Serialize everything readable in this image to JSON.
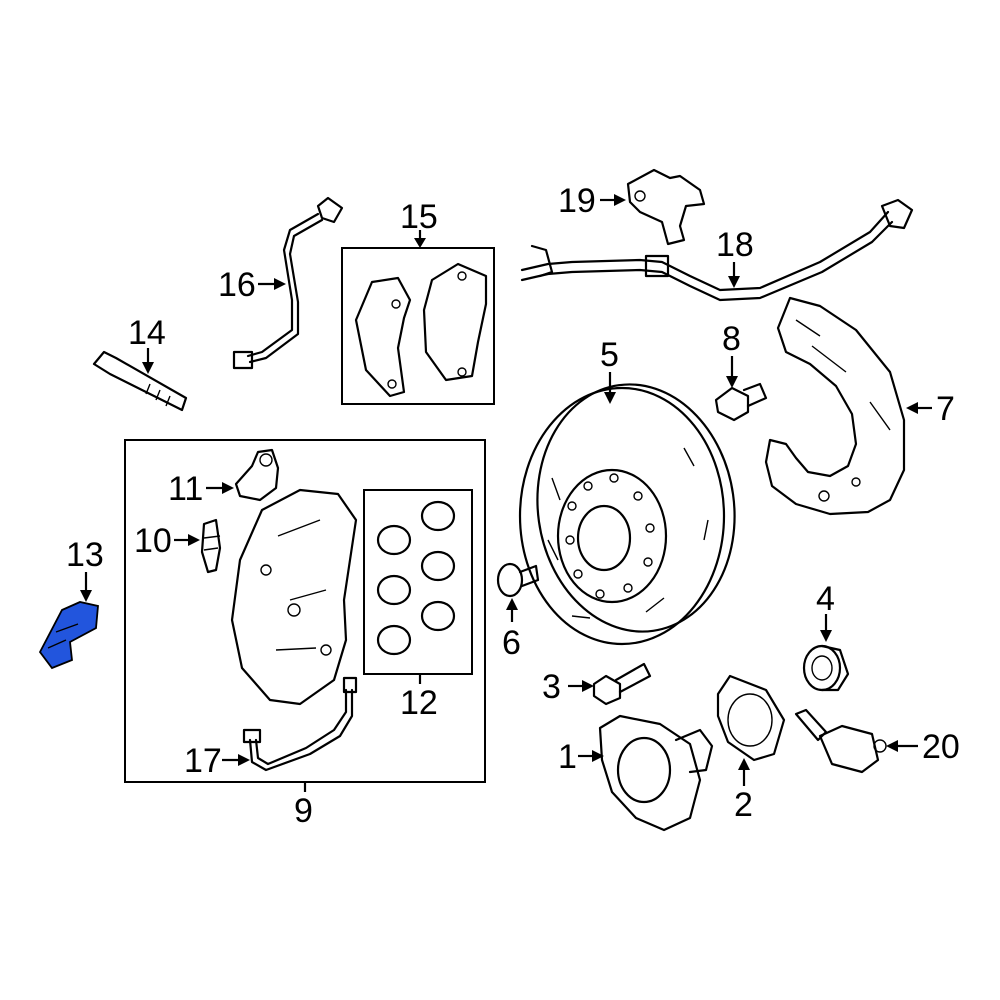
{
  "callouts": {
    "c1": "1",
    "c2": "2",
    "c3": "3",
    "c4": "4",
    "c5": "5",
    "c6": "6",
    "c7": "7",
    "c8": "8",
    "c9": "9",
    "c10": "10",
    "c11": "11",
    "c12": "12",
    "c13": "13",
    "c14": "14",
    "c15": "15",
    "c16": "16",
    "c17": "17",
    "c18": "18",
    "c19": "19",
    "c20": "20"
  },
  "colors": {
    "highlight": "#2255dd",
    "line": "#000000",
    "background": "#ffffff"
  }
}
